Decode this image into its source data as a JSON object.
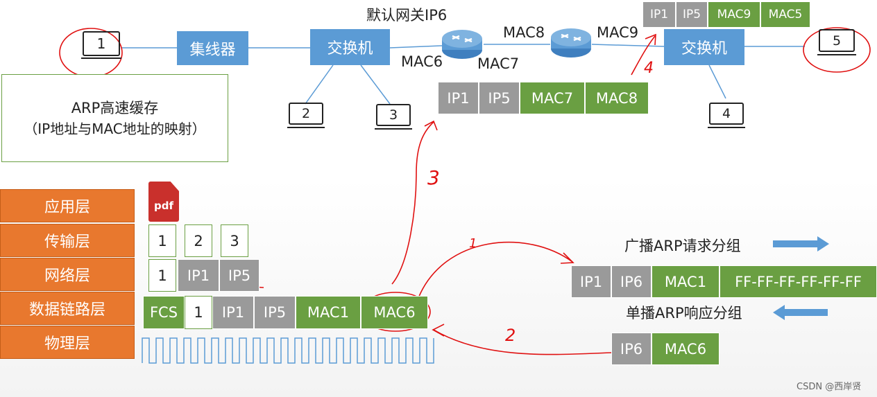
{
  "top": {
    "gateway_label": "默认网关IP6",
    "hub": "集线器",
    "switch_left": "交换机",
    "switch_right": "交换机",
    "mac6": "MAC6",
    "mac7": "MAC7",
    "mac8": "MAC8",
    "mac9": "MAC9",
    "hosts": [
      "1",
      "2",
      "3",
      "4",
      "5"
    ]
  },
  "arp_cache": {
    "line1": "ARP高速缓存",
    "line2": "（IP地址与MAC地址的映射）"
  },
  "frame_top_right": [
    "IP1",
    "IP5",
    "MAC9",
    "MAC5"
  ],
  "frame_mid": [
    "IP1",
    "IP5",
    "MAC7",
    "MAC8"
  ],
  "layers": [
    "应用层",
    "传输层",
    "网络层",
    "数据链路层",
    "物理层"
  ],
  "pdf_label": "pdf",
  "transport_cells": [
    "1",
    "2",
    "3"
  ],
  "network_cells": [
    "1",
    "IP1",
    "IP5"
  ],
  "datalink_cells": [
    "FCS",
    "1",
    "IP1",
    "IP5",
    "MAC1",
    "MAC6"
  ],
  "arp_request": {
    "label": "广播ARP请求分组",
    "cells": [
      "IP1",
      "IP6",
      "MAC1",
      "FF-FF-FF-FF-FF-FF"
    ]
  },
  "arp_reply": {
    "label": "单播ARP响应分组",
    "cells": [
      "IP6",
      "MAC6"
    ]
  },
  "annotations": [
    "1",
    "2",
    "3",
    "4"
  ],
  "watermark": "CSDN @西岸贤",
  "colors": {
    "blue": "#5b9bd5",
    "green": "#6a9f42",
    "gray": "#9a9a9a",
    "orange": "#e8782e",
    "red_ink": "#e01010"
  }
}
